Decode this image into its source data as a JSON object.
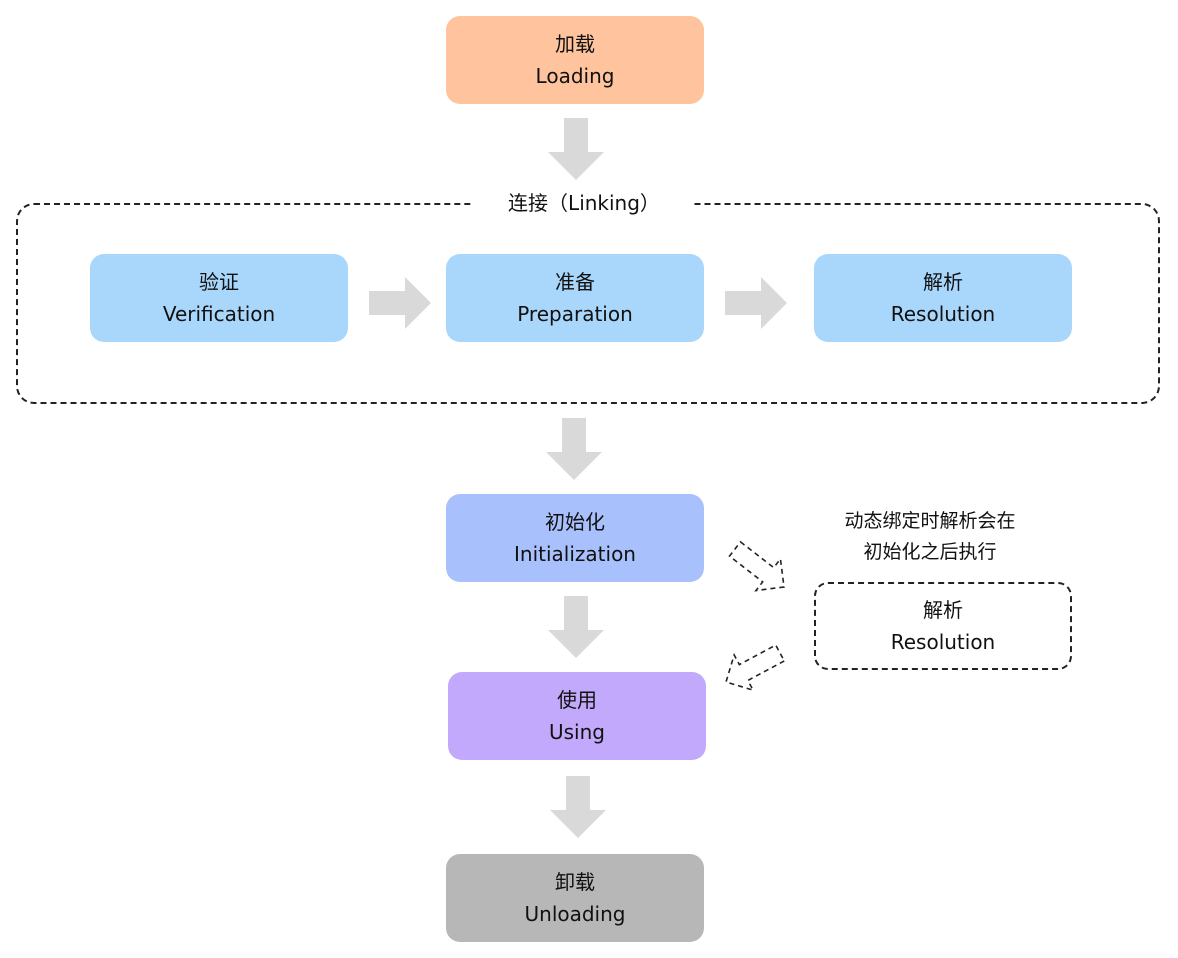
{
  "colors": {
    "loading": "#ffc39e",
    "linking_phase": "#a9d6fb",
    "initialization": "#a8c1fc",
    "using": "#c3a9fb",
    "unloading": "#b7b7b7",
    "arrow": "#d9d9d9",
    "dashed_border": "#222222"
  },
  "nodes": {
    "loading": {
      "zh": "加载",
      "en": "Loading"
    },
    "verification": {
      "zh": "验证",
      "en": "Verification"
    },
    "preparation": {
      "zh": "准备",
      "en": "Preparation"
    },
    "resolution": {
      "zh": "解析",
      "en": "Resolution"
    },
    "initialization": {
      "zh": "初始化",
      "en": "Initialization"
    },
    "using": {
      "zh": "使用",
      "en": "Using"
    },
    "unloading": {
      "zh": "卸载",
      "en": "Unloading"
    },
    "resolution_late": {
      "zh": "解析",
      "en": "Resolution"
    }
  },
  "linking_group": {
    "label": "连接（Linking）"
  },
  "note": {
    "line1": "动态绑定时解析会在",
    "line2": "初始化之后执行"
  }
}
